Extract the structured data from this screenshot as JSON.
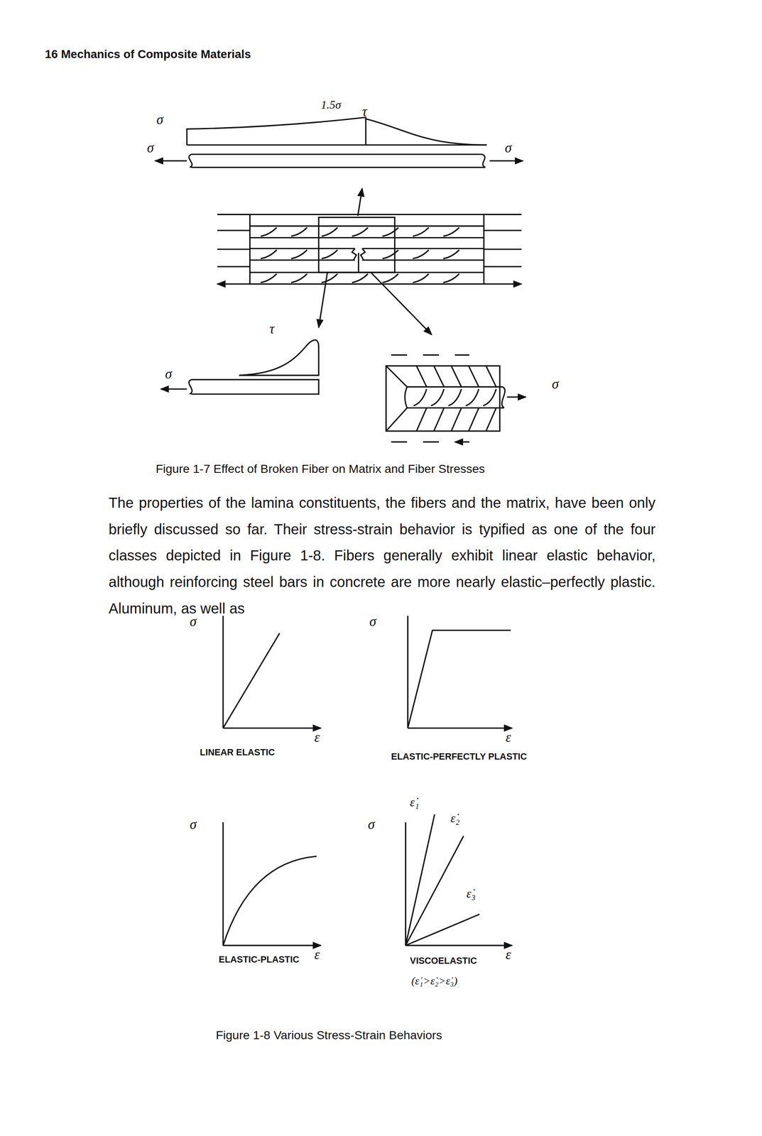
{
  "diagram": {
    "labels": [
      "16 Mechanics of Composite Materials",
      "σ",
      "1.5σ",
      "τ",
      "σ",
      "σ",
      "τ",
      "σ",
      "σ",
      "Figure 1-7 Effect of Broken Fiber on Matrix and Fiber Stresses",
      "The properties of the lamina constituents, the fibers and the matrix, have been only briefly discussed so far. Their stress-strain behavior is typified as one of the four classes depicted in Figure 1-8. Fibers generally exhibit linear elastic behavior, although reinforcing steel bars in concrete are more nearly elastic–perfectly plastic. Aluminum, as well as",
      "σ",
      "ε",
      "LINEAR ELASTIC",
      "σ",
      "ε",
      "ELASTIC-PERFECTLY PLASTIC",
      "σ",
      "ε",
      "ELASTIC-PLASTIC",
      "σ",
      "ε̇₁",
      "ε̇₂",
      "ε̇₃",
      "ε",
      "VISCOELASTIC",
      "(ε̇₁>ε̇₂>ε̇₃)",
      "Figure 1-8 Various Stress-Strain Behaviors"
    ]
  }
}
